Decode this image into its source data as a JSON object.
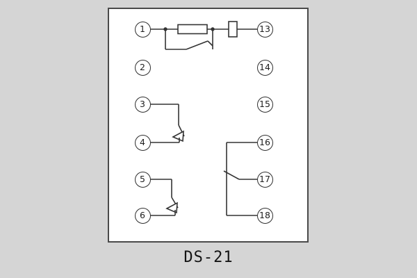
{
  "title": "DS-21",
  "terminals": {
    "left": [
      "1",
      "2",
      "3",
      "4",
      "5",
      "6"
    ],
    "right": [
      "13",
      "14",
      "15",
      "16",
      "17",
      "18"
    ]
  },
  "symbols": {
    "resistor": "resistor-symbol",
    "fuse": "fuse-symbol",
    "nc_contact_top": "nc-contact-symbol",
    "no_contact_3_4": "no-contact-symbol",
    "no_contact_5_6": "no-contact-symbol",
    "no_contact_16_17_18": "no-contact-symbol"
  },
  "colors": {
    "background": "#d5d5d5",
    "panel": "#ffffff",
    "line": "#333333",
    "border": "#4a4a4a"
  }
}
